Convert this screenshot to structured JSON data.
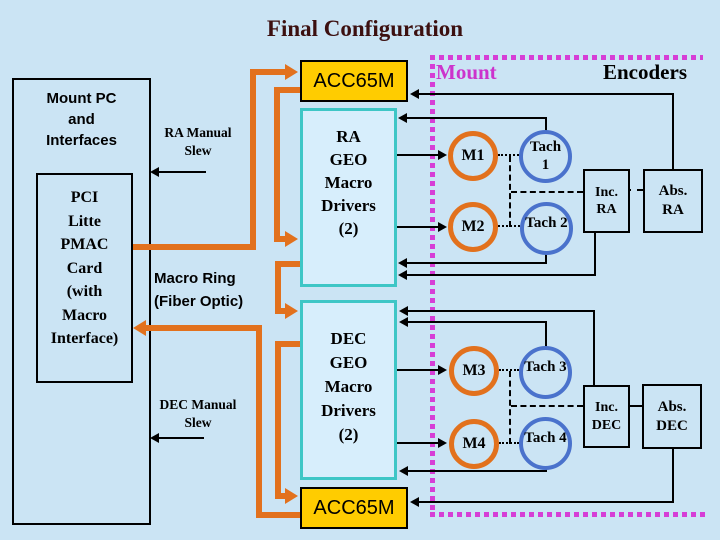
{
  "slide": {
    "title": "Final Configuration"
  },
  "regions": {
    "mount_label": "Mount",
    "encoders_label": "Encoders"
  },
  "left": {
    "mount_pc_box": "Mount PC\nand\nInterfaces",
    "pmac_card": "PCI\nLitte\nPMAC\nCard\n(with\nMacro\nInterface)",
    "ra_manual_slew": "RA Manual\nSlew",
    "macro_ring": "Macro Ring\n(Fiber Optic)",
    "dec_manual_slew": "DEC Manual\nSlew"
  },
  "center": {
    "acc65m_top": "ACC65M",
    "ra_drivers": "RA\nGEO\nMacro\nDrivers\n(2)",
    "dec_drivers": "DEC\nGEO\nMacro\nDrivers\n(2)",
    "acc65m_bottom": "ACC65M"
  },
  "mount_encoders": {
    "motors": {
      "m1": "M1",
      "m2": "M2",
      "m3": "M3",
      "m4": "M4"
    },
    "tachs": {
      "tach1": "Tach\n1",
      "tach2": "Tach 2",
      "tach3": "Tach 3",
      "tach4": "Tach 4"
    },
    "encoders": {
      "inc_ra": "Inc.\nRA",
      "abs_ra": "Abs.\nRA",
      "inc_dec": "Inc.\nDEC",
      "abs_dec": "Abs.\nDEC"
    }
  },
  "colors": {
    "background": "#cbe4f4",
    "title": "#3c1010",
    "mount_label": "#cc33cc",
    "dotted_border": "#d63ed6",
    "macro_ring_orange": "#e2711d",
    "tach_ring_blue": "#4a72cc",
    "driver_box_teal": "#3ec6c6",
    "acc65m_yellow": "#ffcc00",
    "line_black": "#000000"
  }
}
